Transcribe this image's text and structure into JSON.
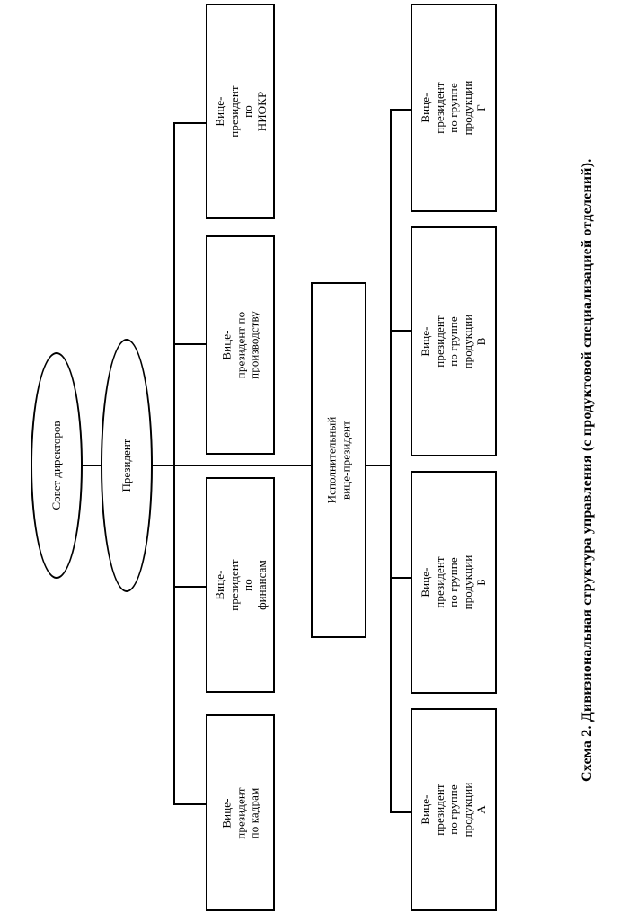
{
  "document": {
    "language": "ru",
    "caption": "Схема 2. Дивизиональная структура управления (с продуктовой специализацией отделений).",
    "orientation": "rotated-90-ccw",
    "page_background": "#ffffff",
    "ink_color": "#000000"
  },
  "chart_data": {
    "type": "diagram",
    "diagram_kind": "organizational-chart",
    "title": "Схема 2. Дивизиональная структура управления (с продуктовой специализацией отделений).",
    "nodes": [
      {
        "id": "board",
        "label": "Совет директоров",
        "shape": "ellipse",
        "level": 0
      },
      {
        "id": "president",
        "label": "Президент",
        "shape": "ellipse",
        "level": 1
      },
      {
        "id": "vp_hr",
        "label": "Вице-президент по кадрам",
        "shape": "rect",
        "level": 2,
        "branch": "functional"
      },
      {
        "id": "vp_finance",
        "label": "Вице-президент по финансам",
        "shape": "rect",
        "level": 2,
        "branch": "functional"
      },
      {
        "id": "vp_prod",
        "label": "Вице-президент по\nпроизводству",
        "shape": "rect",
        "level": 2,
        "branch": "functional"
      },
      {
        "id": "vp_rnd",
        "label": "Вице-президент по НИОКР",
        "shape": "rect",
        "level": 2,
        "branch": "functional"
      },
      {
        "id": "exec_vp",
        "label": "Исполнительный вице-президент",
        "shape": "rect",
        "level": 2,
        "branch": "executive"
      },
      {
        "id": "vp_group_a",
        "label": "Вице-президент по группе\nпродукции А",
        "shape": "rect",
        "level": 3,
        "branch": "divisional"
      },
      {
        "id": "vp_group_b",
        "label": "Вице-президент по группе\nпродукции\nБ",
        "shape": "rect",
        "level": 3,
        "branch": "divisional"
      },
      {
        "id": "vp_group_v",
        "label": "Вице-президент по группе\nпродукции\nВ",
        "shape": "rect",
        "level": 3,
        "branch": "divisional"
      },
      {
        "id": "vp_group_g",
        "label": "Вице-президент по группе\nпродукции\nГ",
        "shape": "rect",
        "level": 3,
        "branch": "divisional"
      }
    ],
    "edges": [
      {
        "from": "board",
        "to": "president"
      },
      {
        "from": "president",
        "to": "vp_hr"
      },
      {
        "from": "president",
        "to": "vp_finance"
      },
      {
        "from": "president",
        "to": "vp_prod"
      },
      {
        "from": "president",
        "to": "vp_rnd"
      },
      {
        "from": "president",
        "to": "exec_vp"
      },
      {
        "from": "exec_vp",
        "to": "vp_group_a"
      },
      {
        "from": "exec_vp",
        "to": "vp_group_b"
      },
      {
        "from": "exec_vp",
        "to": "vp_group_v"
      },
      {
        "from": "exec_vp",
        "to": "vp_group_g"
      }
    ]
  },
  "nodes": {
    "board": {
      "label": "Совет директоров"
    },
    "president": {
      "label": "Президент"
    },
    "vp_hr": {
      "label": "Вице-президент по кадрам"
    },
    "vp_finance": {
      "label": "Вице-президент по финансам"
    },
    "vp_prod": {
      "label": "Вице-президент по\nпроизводству"
    },
    "vp_rnd": {
      "label": "Вице-президент по НИОКР"
    },
    "exec_vp": {
      "label": "Исполнительный вице-президент"
    },
    "vp_group_a": {
      "label": "Вице-президент по группе\nпродукции А"
    },
    "vp_group_b": {
      "label": "Вице-президент по группе\nпродукции\nБ"
    },
    "vp_group_v": {
      "label": "Вице-президент по группе\nпродукции\nВ"
    },
    "vp_group_g": {
      "label": "Вице-президент по группе\nпродукции\nГ"
    }
  }
}
